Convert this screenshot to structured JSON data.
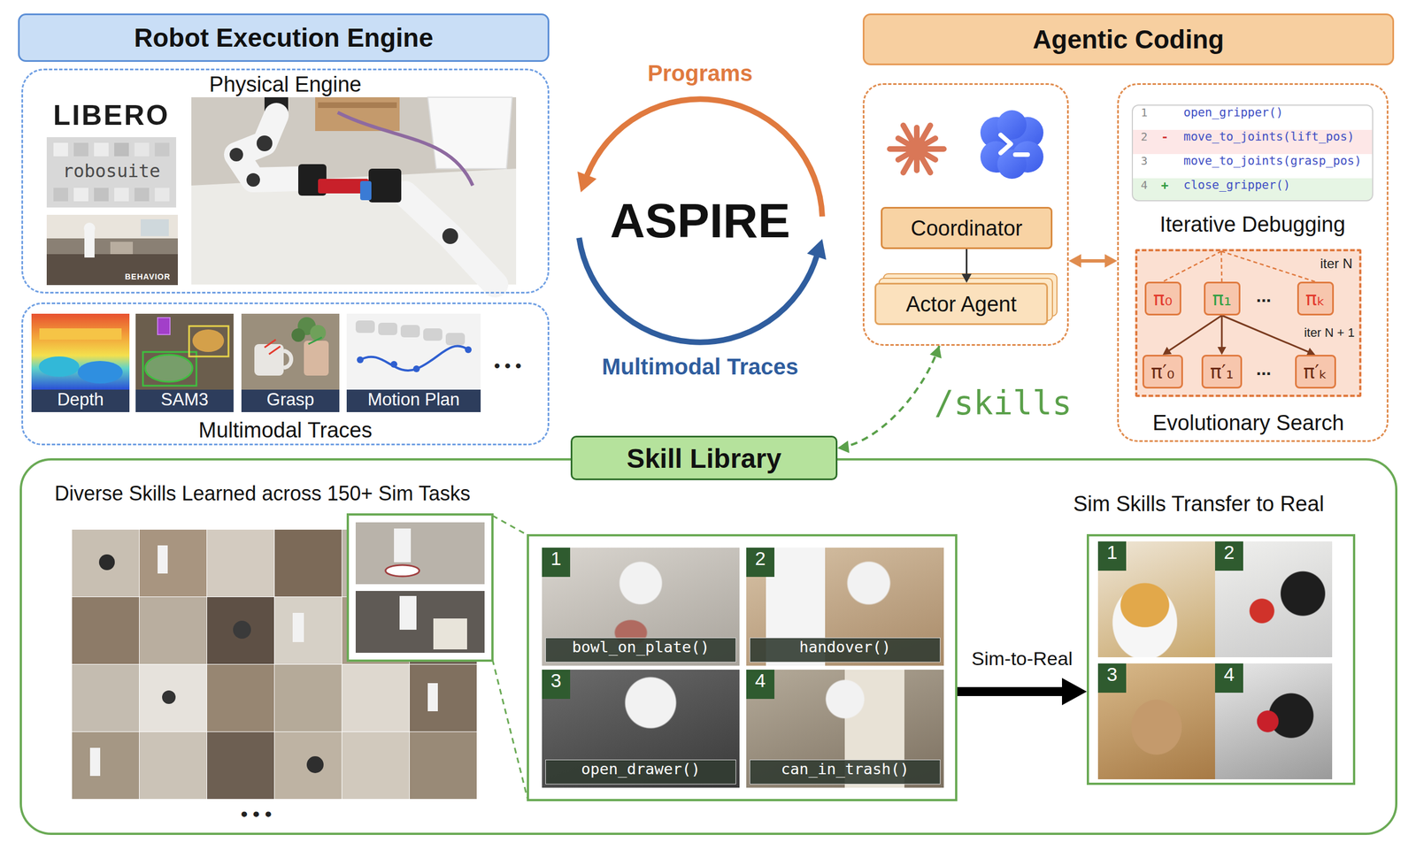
{
  "diagram": {
    "nodes": [
      {
        "text": [
          "Robot Execution Engine"
        ]
      },
      {
        "text": [
          "Physical Engine"
        ]
      },
      {
        "text": [
          "Multimodal Traces"
        ]
      },
      {
        "text": [
          "Depth"
        ],
        "in": 2
      },
      {
        "text": [
          "SAM3"
        ],
        "in": 2
      },
      {
        "text": [
          "Grasp"
        ],
        "in": 2
      },
      {
        "text": [
          "Motion Plan"
        ],
        "in": 2
      },
      {
        "text": [
          "Agentic Coding"
        ]
      },
      {
        "text": []
      },
      {
        "text": [
          "Coordinator"
        ],
        "in": 8
      },
      {
        "text": [
          "Actor Agent"
        ],
        "in": 8
      },
      {
        "text": []
      },
      {
        "text": [
          "1",
          "open_gripper()",
          "2",
          "-",
          "move_to_joints(lift_pos)",
          "3",
          "move_to_joints(grasp_pos)",
          "4",
          "+",
          "close_gripper()",
          "Iterative Debugging"
        ],
        "in": 11
      },
      {
        "text": [
          "iter N",
          "iter N + 1",
          "Evolutionary Search"
        ],
        "in": 11
      },
      {
        "text": [
          "π₀"
        ],
        "in": 13
      },
      {
        "text": [
          "π₁"
        ],
        "in": 13
      },
      {
        "text": [
          "πₖ"
        ],
        "in": 13
      },
      {
        "text": [
          "π′₀"
        ],
        "in": 13
      },
      {
        "text": [
          "π′₁"
        ],
        "in": 13
      },
      {
        "text": [
          "π′ₖ"
        ],
        "in": 13
      },
      {
        "text": [
          "Skill Library"
        ]
      },
      {
        "text": [
          "Diverse Skills Learned across 150+ Sim Tasks",
          "Sim Skills Transfer to Real"
        ]
      },
      {
        "text": [],
        "in": 21
      },
      {
        "text": [
          "1",
          "bowl_on_plate()"
        ],
        "in": 22
      },
      {
        "text": [
          "2",
          "handover()"
        ],
        "in": 22
      },
      {
        "text": [
          "3",
          "open_drawer()"
        ],
        "in": 22
      },
      {
        "text": [
          "4",
          "can_in_trash()"
        ],
        "in": 22
      },
      {
        "text": [],
        "in": 21
      },
      {
        "text": [
          "1"
        ],
        "in": 27
      },
      {
        "text": [
          "2"
        ],
        "in": 27
      },
      {
        "text": [
          "3"
        ],
        "in": 27
      },
      {
        "text": [
          "4"
        ],
        "in": 27
      }
    ],
    "edges": [
      {
        "from": 9,
        "to": 10,
        "arrow": "to"
      },
      {
        "from": 8,
        "to": 11,
        "arrow": "both"
      },
      {
        "from": 15,
        "to": 17,
        "arrow": "to"
      },
      {
        "from": 15,
        "to": 18,
        "arrow": "to"
      },
      {
        "from": 15,
        "to": 19,
        "arrow": "to"
      },
      {
        "from": 8,
        "to": 20,
        "arrow": "both",
        "label": "/skills"
      },
      {
        "from": 22,
        "to": 27,
        "arrow": "to",
        "label": "Sim-to-Real"
      }
    ],
    "labels": [
      "LIBERO",
      "robosuite",
      "BEHAVIOR",
      "• • •",
      "Programs",
      "ASPIRE",
      "Multimodal Traces",
      "...",
      "...",
      "• • •"
    ]
  }
}
